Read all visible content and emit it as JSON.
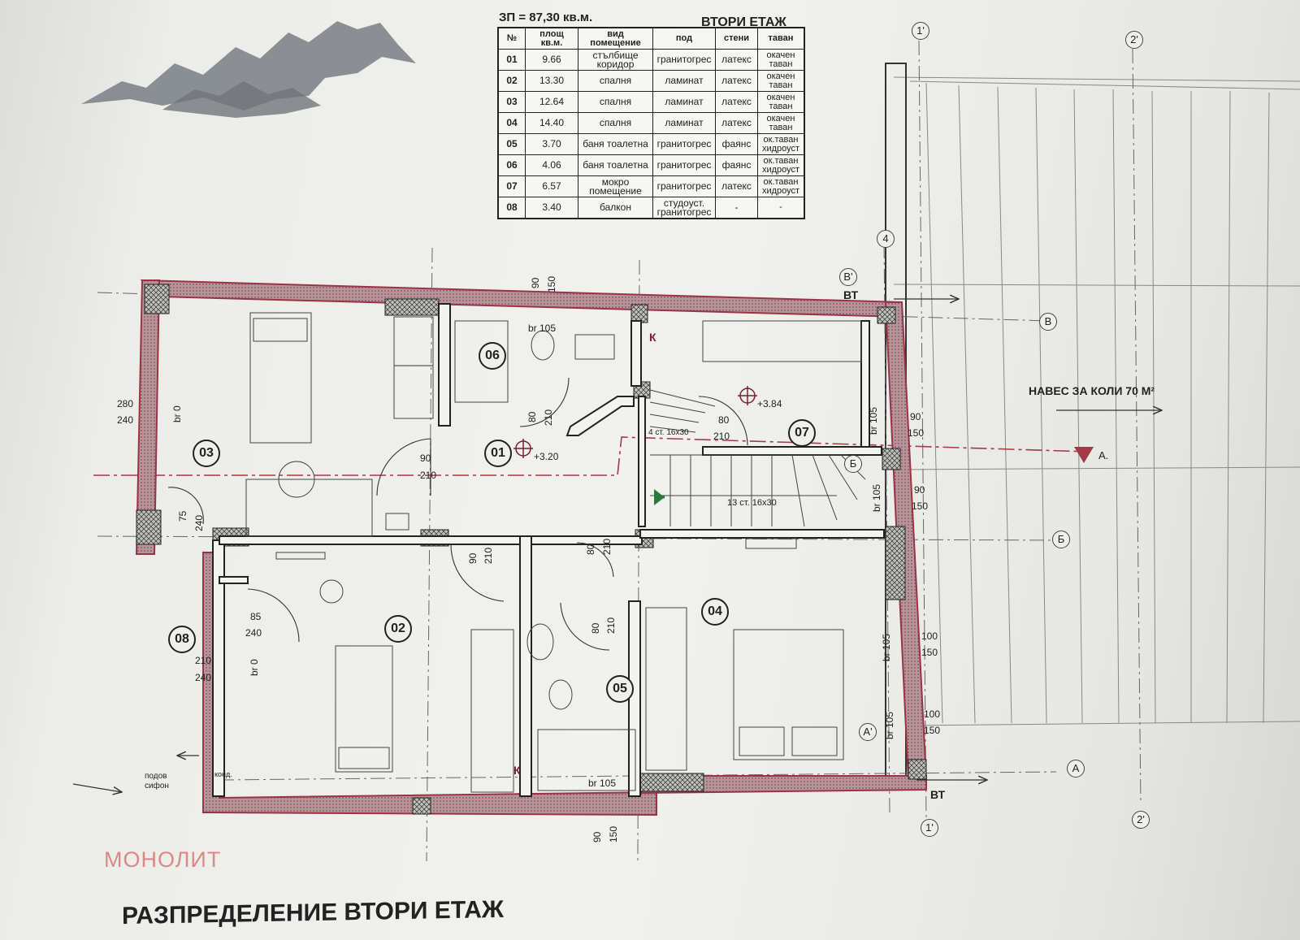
{
  "header": {
    "area": "ЗП = 87,30 кв.м.",
    "floor": "ВТОРИ ЕТАЖ"
  },
  "table": {
    "headers": [
      "№",
      "площ кв.м.",
      "вид помещение",
      "под",
      "стени",
      "таван"
    ],
    "rows": [
      [
        "01",
        "9.66",
        "стълбище коридор",
        "гранитогрес",
        "латекс",
        "окачен таван"
      ],
      [
        "02",
        "13.30",
        "спалня",
        "ламинат",
        "латекс",
        "окачен таван"
      ],
      [
        "03",
        "12.64",
        "спалня",
        "ламинат",
        "латекс",
        "окачен таван"
      ],
      [
        "04",
        "14.40",
        "спалня",
        "ламинат",
        "латекс",
        "окачен таван"
      ],
      [
        "05",
        "3.70",
        "баня тоалетна",
        "гранитогрес",
        "фаянс",
        "ок.таван хидроуст"
      ],
      [
        "06",
        "4.06",
        "баня тоалетна",
        "гранитогрес",
        "фаянс",
        "ок.таван хидроуст"
      ],
      [
        "07",
        "6.57",
        "мокро помещение",
        "гранитогрес",
        "латекс",
        "ок.таван хидроуст"
      ],
      [
        "08",
        "3.40",
        "балкон",
        "студоуст. гранитогрес",
        "-",
        "-"
      ]
    ]
  },
  "rooms": [
    "03",
    "06",
    "01",
    "07",
    "02",
    "04",
    "05",
    "08"
  ],
  "axes": {
    "a1": "1'",
    "a2": "2'",
    "a4": "4",
    "b_prime": "B'",
    "b": "B",
    "b2": "Б",
    "b3": "Б",
    "a_prime": "A'",
    "a": "A",
    "a1_bottom": "1'",
    "a2_bottom": "2'"
  },
  "labels": {
    "carport": "НАВЕС ЗА КОЛИ 70 М²",
    "vt_top": "ВТ",
    "vt_bottom": "ВТ",
    "level_01": "+3.20",
    "level_07": "+3.84",
    "stairs_top": "4 ст. 16х30",
    "stairs_bottom": "13 ст. 16х30",
    "section": "А.",
    "drain": "подов сифон",
    "cond": "конд.",
    "k_top": "К",
    "k_bottom": "К"
  },
  "dims": {
    "d280": "280",
    "d240a": "240",
    "br0a": "br 0",
    "d75": "75",
    "d240b": "240",
    "d90a": "90",
    "d210a": "210",
    "d80a": "80",
    "d210b": "210",
    "d90b": "90",
    "d150a": "150",
    "brs105a": "br 105",
    "d80b": "80",
    "d210c": "210",
    "d90c": "90",
    "d210d": "210",
    "d80c": "80",
    "d210e": "210",
    "d80d": "80",
    "d210f": "210",
    "d85": "85",
    "d240c": "240",
    "d210g": "210",
    "d240d": "240",
    "br0b": "br 0",
    "brs105b": "br 105",
    "d90d": "90",
    "d150b": "150",
    "brs105c": "br 105",
    "d90e": "90",
    "d150c": "150",
    "brs105d": "br 105",
    "d100a": "100",
    "d150d": "150",
    "brs105e": "br 105",
    "d100b": "100",
    "d150e": "150",
    "brs105f": "br 105",
    "d90f": "90",
    "d150f": "150"
  },
  "footer": {
    "brand": "МОНОЛИТ",
    "title": "РАЗПРЕДЕЛЕНИЕ ВТОРИ ЕТАЖ"
  },
  "colors": {
    "wall_fill": "#b08a8f",
    "wall_outline": "#9a3346",
    "axis_line": "#a33a48",
    "line": "#333333"
  }
}
